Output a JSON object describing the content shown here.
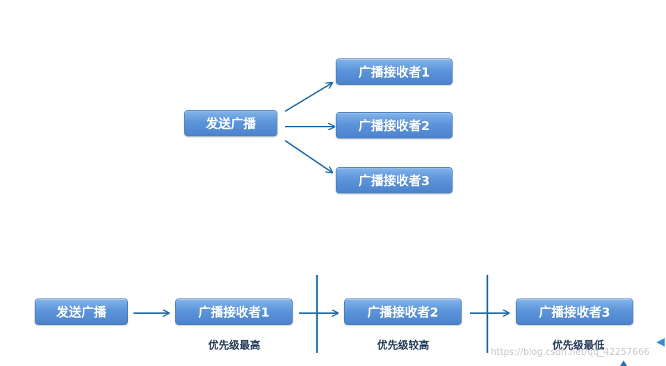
{
  "diagram1": {
    "sender": "发送广播",
    "receivers": [
      "广播接收者1",
      "广播接收者2",
      "广播接收者3"
    ]
  },
  "diagram2": {
    "sender": "发送广播",
    "receivers": [
      "广播接收者1",
      "广播接收者2",
      "广播接收者3"
    ],
    "priorities": [
      "优先级最高",
      "优先级较高",
      "优先级最低"
    ]
  },
  "watermark": "https://blog.csdn.net/qq_42257666",
  "colors": {
    "node_fill": "#5d95da",
    "arrow": "#1f6aa5",
    "text": "#1f3654"
  }
}
